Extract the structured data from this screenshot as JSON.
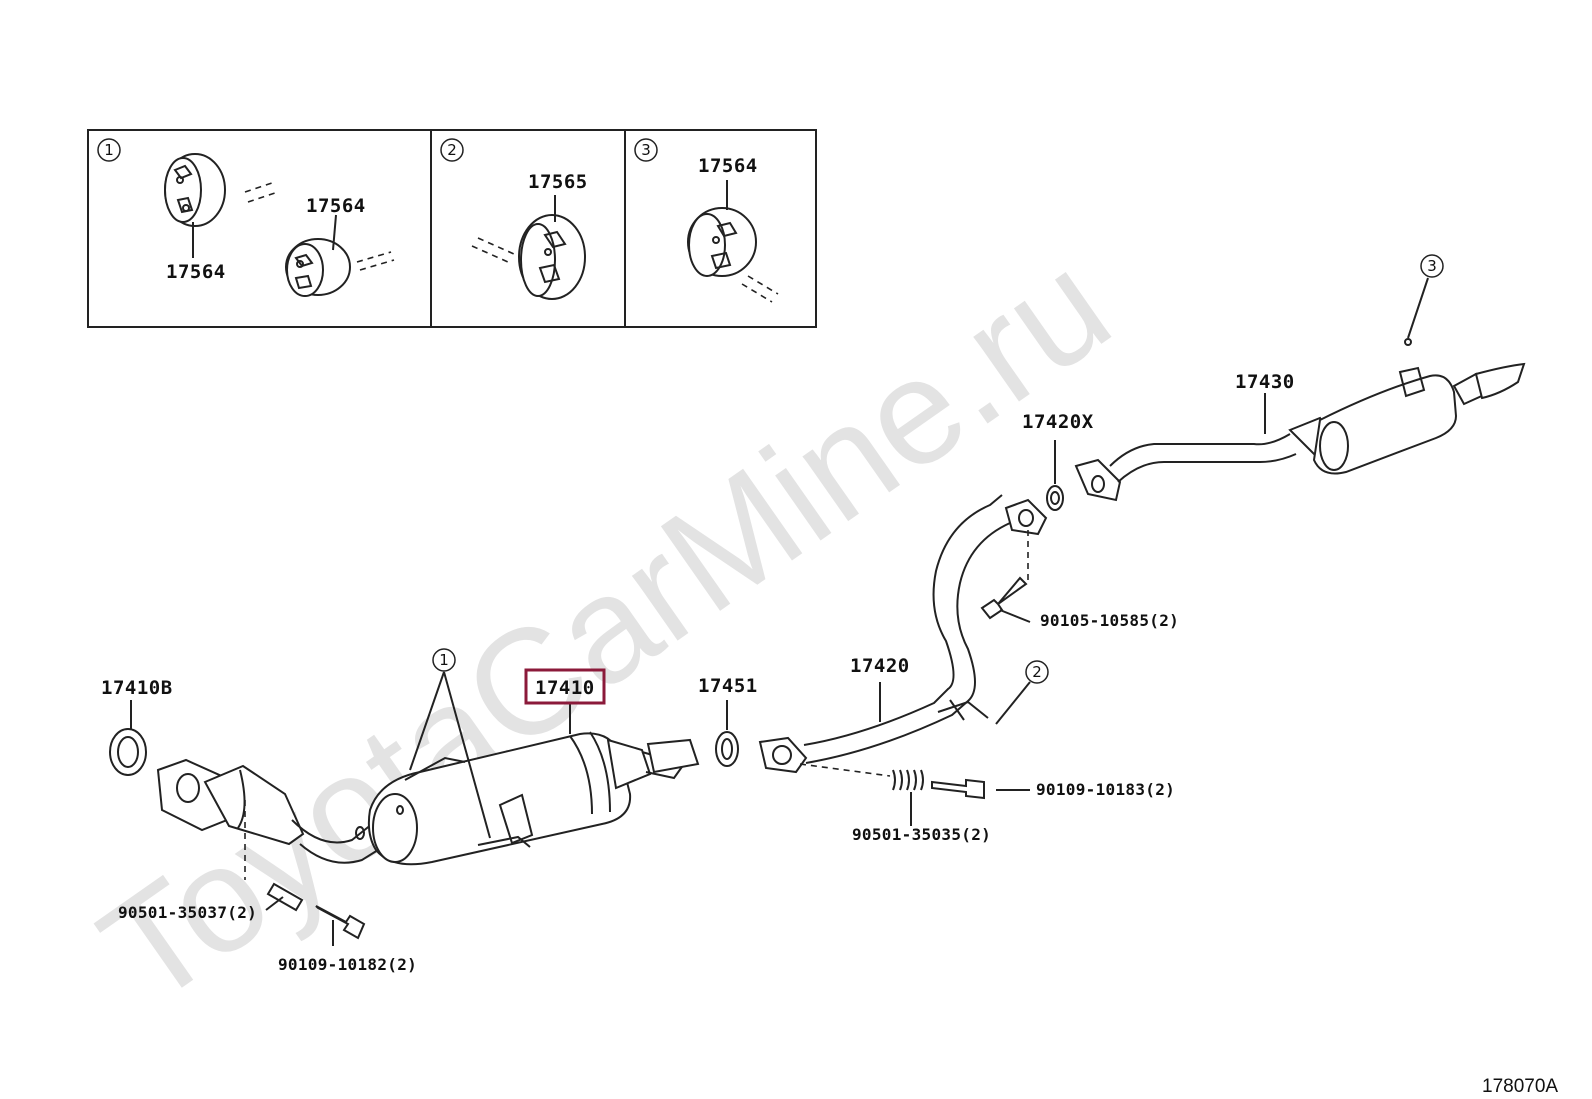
{
  "watermark": "ToyotaCarMine.ru",
  "diagram_code": "178070A",
  "selected_part": "17410",
  "inset_panels": [
    {
      "number": "1",
      "labels": [
        "17564",
        "17564"
      ]
    },
    {
      "number": "2",
      "labels": [
        "17565"
      ]
    },
    {
      "number": "3",
      "labels": [
        "17564"
      ]
    }
  ],
  "callouts": {
    "c1": "1",
    "c2": "2",
    "c3": "3"
  },
  "parts": {
    "p17410B": "17410B",
    "p17410": "17410",
    "p17451": "17451",
    "p17420": "17420",
    "p17420X": "17420X",
    "p17430": "17430",
    "p90105": "90105-10585(2)",
    "p90109_10183": "90109-10183(2)",
    "p90501_35035": "90501-35035(2)",
    "p90501_35037": "90501-35037(2)",
    "p90109_10182": "90109-10182(2)"
  },
  "colors": {
    "highlight": "#8b1a3a",
    "line": "#222222",
    "watermark": "#e3e3e3"
  }
}
